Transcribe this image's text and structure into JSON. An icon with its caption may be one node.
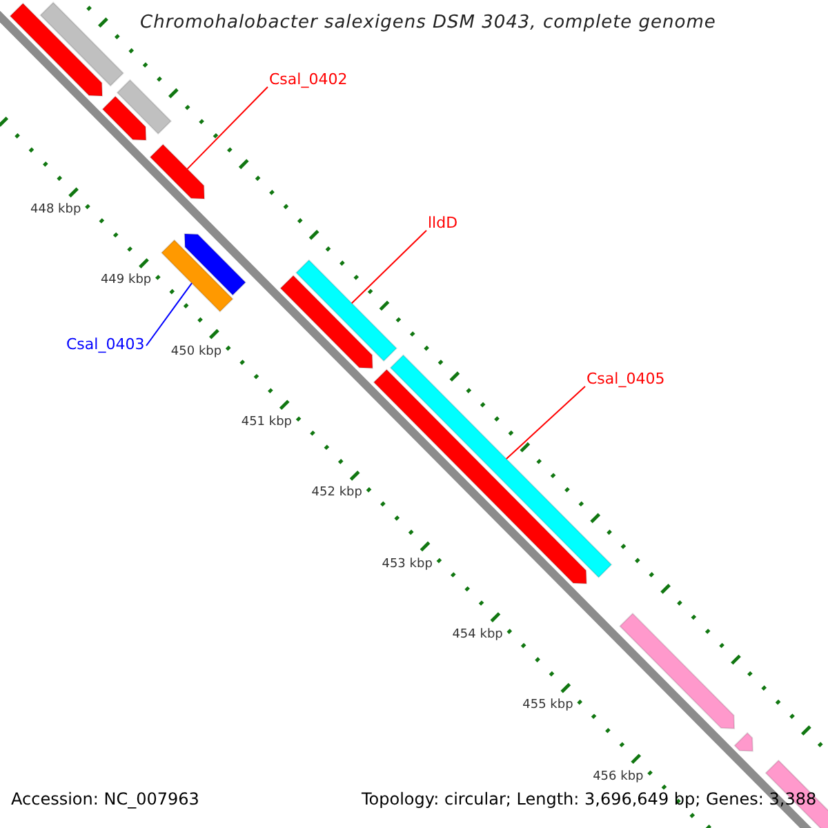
{
  "diagram": {
    "title": "Chromohalobacter salexigens DSM 3043, complete genome",
    "nodes": [
      {
        "text": [],
        "shape": "bar"
      },
      {
        "text": [],
        "shape": "arrow"
      },
      {
        "text": [
          "Csal_0402"
        ]
      },
      {
        "text": [],
        "shape": "bar"
      },
      {
        "text": [],
        "shape": "arrow"
      },
      {
        "text": [],
        "shape": "arrow"
      },
      {
        "text": [
          "lldD"
        ]
      },
      {
        "text": [],
        "shape": "arrow"
      },
      {
        "text": [],
        "shape": "bar"
      },
      {
        "text": [],
        "shape": "bar"
      },
      {
        "text": [],
        "shape": "arrow"
      },
      {
        "text": [
          "Csal_0403"
        ]
      },
      {
        "text": [],
        "shape": "bar"
      },
      {
        "text": [],
        "shape": "arrow"
      },
      {
        "text": [
          "Csal_0405"
        ]
      },
      {
        "text": [],
        "shape": "arrow"
      },
      {
        "text": [],
        "shape": "arrow"
      },
      {
        "text": [],
        "shape": "bar"
      }
    ],
    "edges": [
      {
        "from": 2,
        "to": 5,
        "arrow": "none"
      },
      {
        "from": 6,
        "to": 9,
        "arrow": "none"
      },
      {
        "from": 11,
        "to": 8,
        "arrow": "none",
        "color": "#0000ff"
      },
      {
        "from": 14,
        "to": 12,
        "arrow": "none"
      }
    ],
    "labels": [
      "448 kbp",
      "449 kbp",
      "450 kbp",
      "451 kbp",
      "452 kbp",
      "453 kbp",
      "454 kbp",
      "455 kbp",
      "456 kbp",
      "Accession: NC_007963",
      "Topology: circular; Length: 3,696,649 bp; Genes: 3,388"
    ]
  }
}
